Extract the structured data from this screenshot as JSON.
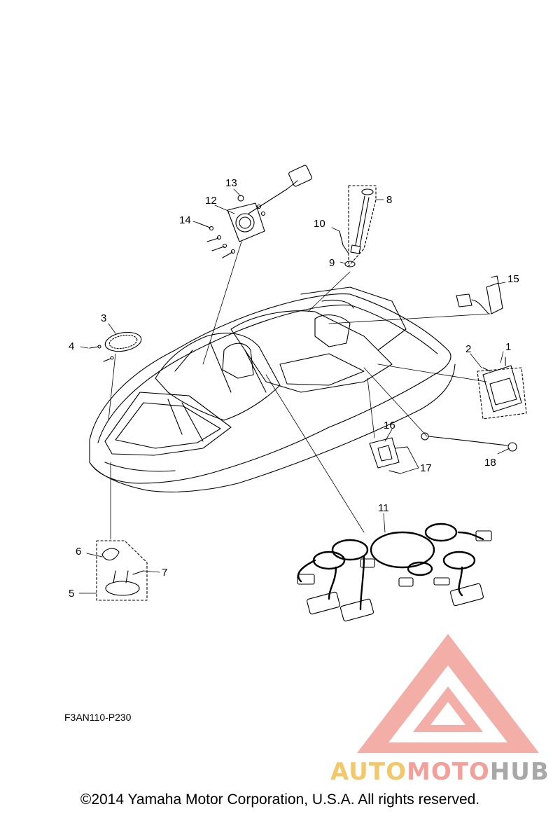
{
  "callouts": {
    "c1": "1",
    "c2": "2",
    "c3": "3",
    "c4": "4",
    "c5": "5",
    "c6": "6",
    "c7": "7",
    "c8": "8",
    "c9": "9",
    "c10": "10",
    "c11": "11",
    "c12": "12",
    "c13": "13",
    "c14": "14",
    "c15": "15",
    "c16": "16",
    "c17": "17",
    "c18": "18"
  },
  "diagram_code": "F3AN110-P230",
  "copyright": "©2014 Yamaha Motor Corporation, U.S.A. All rights reserved.",
  "watermark": {
    "part1": "AUTO",
    "part2": "MOTO",
    "part3": "HUB"
  },
  "colors": {
    "line": "#000000",
    "watermark_red": "#f2a09a",
    "watermark_yellow": "#f2c86a",
    "watermark_gray": "#a8a8a8"
  }
}
